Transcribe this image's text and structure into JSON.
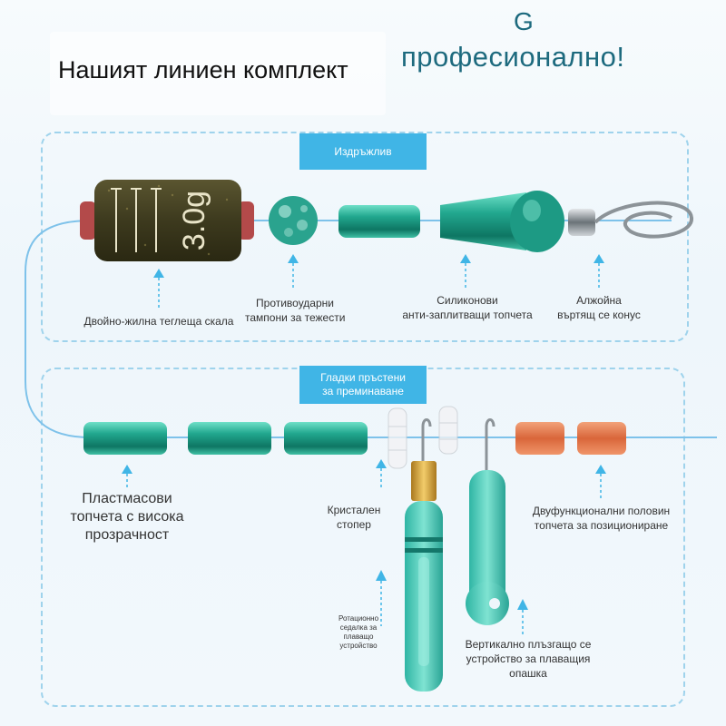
{
  "header": {
    "title": "Нашият линиен комплект",
    "brand_letter": "G",
    "tagline": "професионално!"
  },
  "top_panel": {
    "tag": "Издръжлив",
    "weight_marking": "3.0g",
    "labels": {
      "weight": "Двойно-жилна теглеща скала",
      "buffer_1": "Противоударни",
      "buffer_2": "тампони за тежести",
      "silicone_1": "Силиконови",
      "silicone_2": "анти-заплитващи топчета",
      "swivel_1": "Алжойна",
      "swivel_2": "въртящ се конус"
    }
  },
  "bottom_panel": {
    "tag_1": "Гладки пръстени",
    "tag_2": "за преминаване",
    "labels": {
      "plastic_1": "Пластмасови",
      "plastic_2": "топчета с висока",
      "plastic_3": "прозрачност",
      "stopper_1": "Кристален",
      "stopper_2": "стопер",
      "seat_1": "Ротационно",
      "seat_2": "седалка за",
      "seat_3": "плаващо",
      "seat_4": "устройство",
      "slider_1": "Вертикално плъзгащо се",
      "slider_2": "устройство за плаващия",
      "slider_3": "опашка",
      "half_1": "Двуфункционални половин",
      "half_2": "топчета за позициониране"
    }
  },
  "colors": {
    "accent": "#40b5e6",
    "panel_border": "#9fd3ec",
    "bead_green": "#1f9a85",
    "bead_orange": "#e07a4c",
    "heading_teal": "#1d6a7e"
  }
}
